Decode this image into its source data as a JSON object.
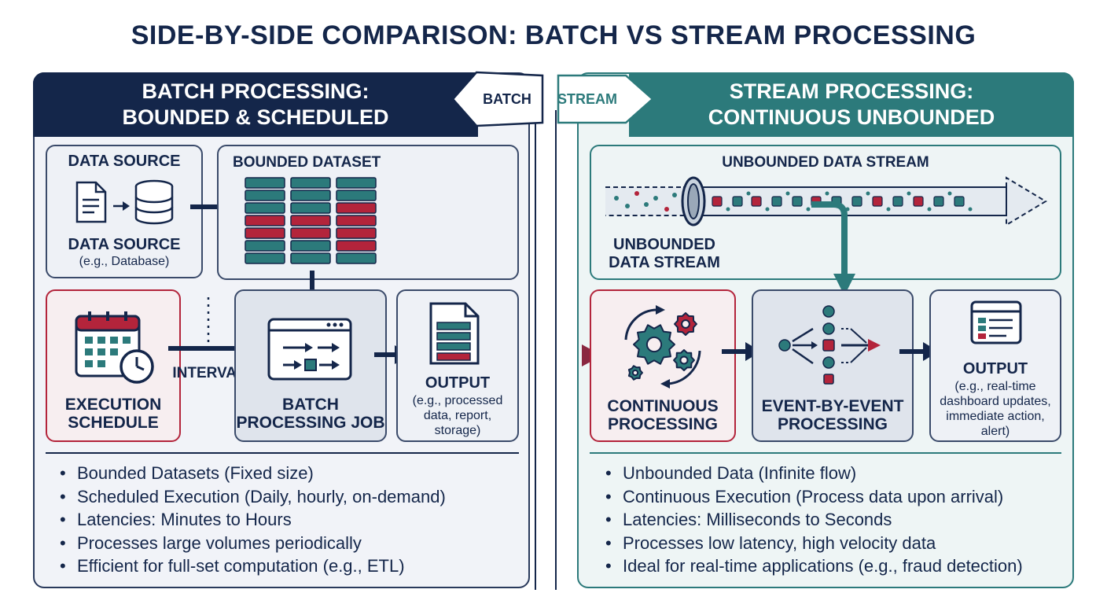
{
  "title": "SIDE-BY-SIDE COMPARISON: BATCH VS STREAM PROCESSING",
  "batch": {
    "header_line1": "BATCH PROCESSING:",
    "header_line2": "BOUNDED & SCHEDULED",
    "tag": "BATCH",
    "data_source_title": "DATA SOURCE",
    "data_source_label": "DATA SOURCE",
    "data_source_sub": "(e.g., Database)",
    "bounded_dataset": "BOUNDED DATASET",
    "interval": "INTERVAL",
    "schedule_line1": "EXECUTION",
    "schedule_line2": "SCHEDULE",
    "job_line1": "BATCH",
    "job_line2": "PROCESSING JOB",
    "output_title": "OUTPUT",
    "output_sub1": "(e.g., processed",
    "output_sub2": "data, report,",
    "output_sub3": "storage)",
    "bullets": [
      "Bounded Datasets (Fixed size)",
      "Scheduled Execution (Daily, hourly, on-demand)",
      "Latencies: Minutes to Hours",
      "Processes large volumes periodically",
      "Efficient for full-set computation (e.g., ETL)"
    ]
  },
  "stream": {
    "header_line1": "STREAM PROCESSING:",
    "header_line2": "CONTINUOUS UNBOUNDED",
    "tag": "STREAM",
    "stream_title": "UNBOUNDED DATA STREAM",
    "stream_label_line1": "UNBOUNDED",
    "stream_label_line2": "DATA STREAM",
    "continuous_line1": "CONTINUOUS",
    "continuous_line2": "PROCESSING",
    "event_line1": "EVENT-BY-EVENT",
    "event_line2": "PROCESSING",
    "output_title": "OUTPUT",
    "output_sub1": "(e.g., real-time",
    "output_sub2": "dashboard updates,",
    "output_sub3": "immediate action,",
    "output_sub4": "alert)",
    "bullets": [
      "Unbounded Data (Infinite flow)",
      "Continuous Execution (Process data upon arrival)",
      "Latencies: Milliseconds to Seconds",
      "Processes low latency, high velocity data",
      "Ideal for real-time applications (e.g., fraud detection)"
    ]
  },
  "colors": {
    "navy": "#14264a",
    "teal": "#2c7a7b",
    "crimson": "#b3243b",
    "box_fill": "#eef1f6"
  }
}
